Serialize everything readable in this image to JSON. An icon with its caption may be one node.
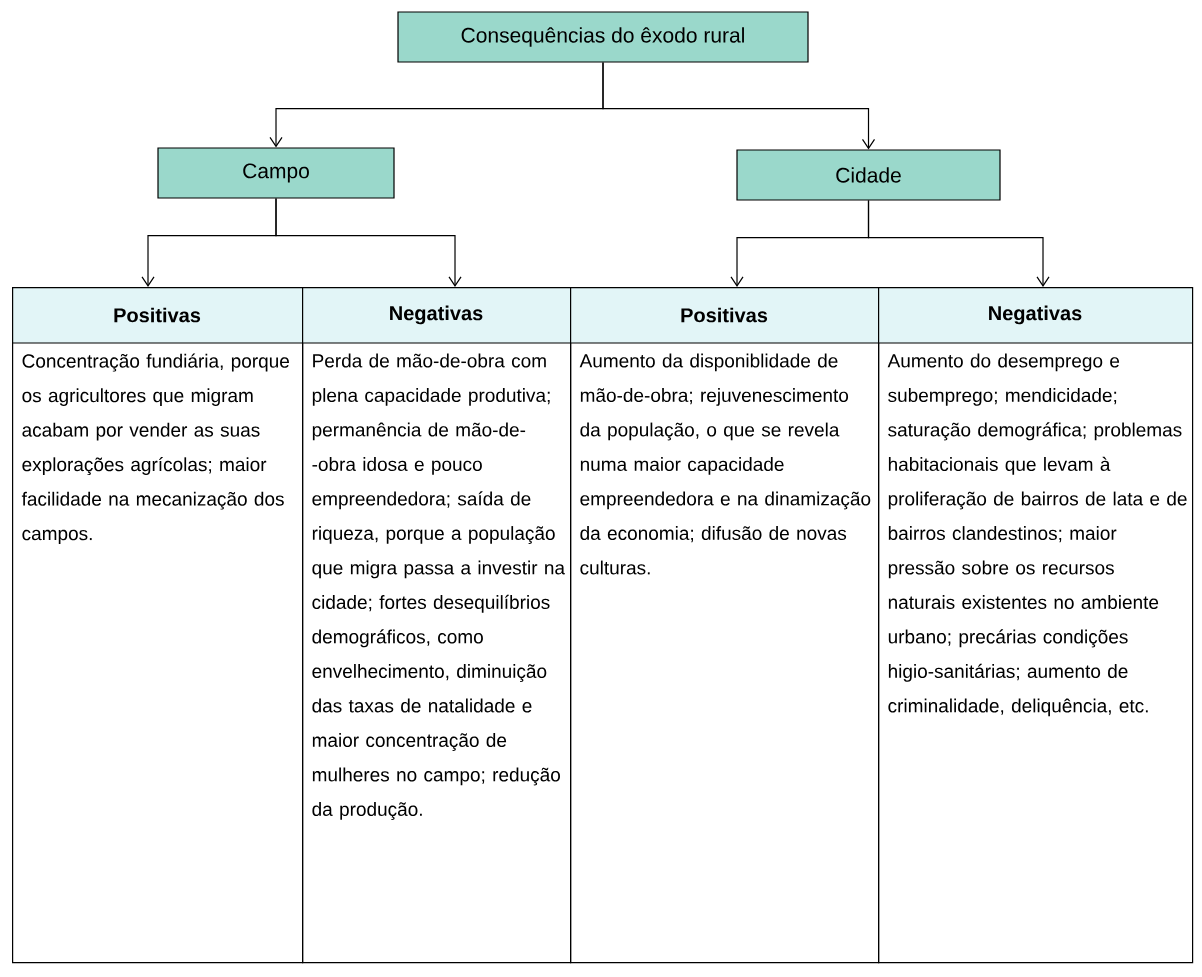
{
  "diagram": {
    "nodes": [
      {
        "text": [
          "Consequências do êxodo rural"
        ]
      },
      {
        "text": [
          "Campo"
        ]
      },
      {
        "text": [
          "Cidade"
        ]
      },
      {
        "text": [
          "Positivas",
          "Concentração fundiária, porque os agricultores que migram acabam por vender as suas explorações agrícolas; maior facilidade na mecanização dos campos."
        ]
      },
      {
        "text": [
          "Negativas",
          "Perda de mão-de-obra com plena capacidade produtiva; permanência de mão-de- -obra idosa e pouco empreendedora; saída de riqueza, porque a população que migra passa a investir na cidade; fortes desequilíbrios demográficos, como envelhecimento, diminuição das taxas de natalidade e maior concentração de mulheres no campo; redução da produção."
        ]
      },
      {
        "text": [
          "Positivas",
          "Aumento da disponiblidade de mão-de-obra; rejuvenescimento da população, o que se revela numa maior capacidade empreendedora e na dinamização da economia; difusão de novas culturas."
        ]
      },
      {
        "text": [
          "Negativas",
          "Aumento do desemprego e subemprego; mendicidade; saturação demográfica; problemas habitacionais que levam à proliferação de bairros de lata e de bairros clandestinos; maior pressão sobre os recursos naturais existentes no ambiente urbano; precárias condições higio-sanitárias; aumento de criminalidade, deliquência, etc."
        ]
      }
    ],
    "edges": [
      {
        "from": 0,
        "to": 1,
        "arrow": "to"
      },
      {
        "from": 0,
        "to": 2,
        "arrow": "to"
      },
      {
        "from": 1,
        "to": 3,
        "arrow": "to"
      },
      {
        "from": 1,
        "to": 4,
        "arrow": "to"
      },
      {
        "from": 2,
        "to": 5,
        "arrow": "to"
      },
      {
        "from": 2,
        "to": 6,
        "arrow": "to"
      }
    ]
  }
}
